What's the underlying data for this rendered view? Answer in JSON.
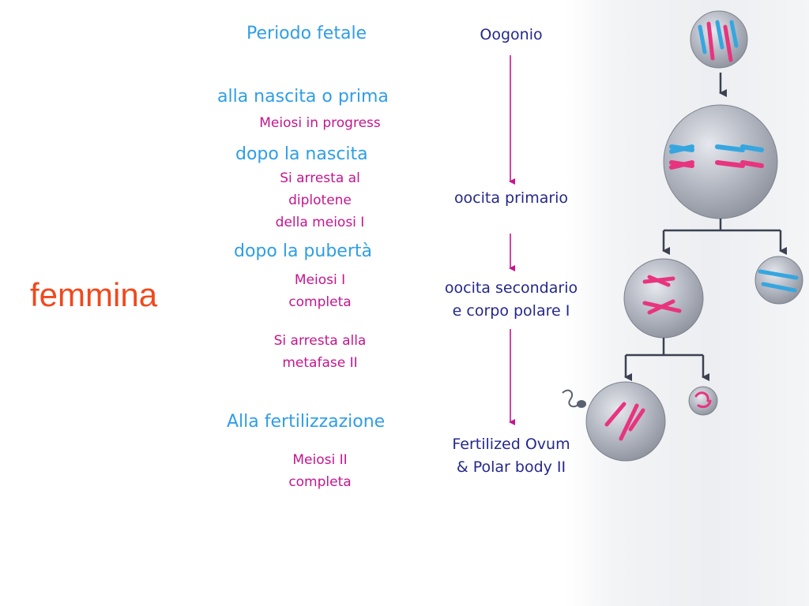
{
  "title": "femmina",
  "stages": [
    {
      "id": "fetal",
      "label": "Periodo fetale"
    },
    {
      "id": "birth-or-before",
      "label": "alla nascita o prima"
    },
    {
      "id": "after-birth",
      "label": "dopo la nascita"
    },
    {
      "id": "after-puberty",
      "label": "dopo la pubertà"
    },
    {
      "id": "fertilization",
      "label": "Alla fertilizzazione"
    }
  ],
  "notes": [
    {
      "id": "meiosis-progress",
      "lines": [
        "Meiosi in progress"
      ]
    },
    {
      "id": "arrest-diplotene",
      "lines": [
        "Si arresta al",
        "diplotene",
        "della meiosi I"
      ]
    },
    {
      "id": "meiosis-1-complete",
      "lines": [
        "Meiosi I",
        "completa"
      ]
    },
    {
      "id": "arrest-metaphase-2",
      "lines": [
        "Si arresta alla",
        "metafase II"
      ]
    },
    {
      "id": "meiosis-2-complete",
      "lines": [
        "Meiosi II",
        "completa"
      ]
    }
  ],
  "cells": [
    {
      "id": "oogonium",
      "lines": [
        "Oogonio"
      ]
    },
    {
      "id": "primary-oocyte",
      "lines": [
        "oocita primario"
      ]
    },
    {
      "id": "secondary-oocyte",
      "lines": [
        "oocita secondario",
        "e corpo polare I"
      ]
    },
    {
      "id": "fertilized-ovum",
      "lines": [
        "Fertilized Ovum",
        "& Polar body II"
      ]
    }
  ],
  "colors": {
    "stage_text": "#2f9ee6",
    "note_text": "#c4168e",
    "cell_text": "#24288a",
    "title_text": "#f0491d",
    "timeline_arrow": "#c4168e",
    "chromosome_blue": "#35a6e0",
    "chromosome_pink": "#e8347f"
  }
}
